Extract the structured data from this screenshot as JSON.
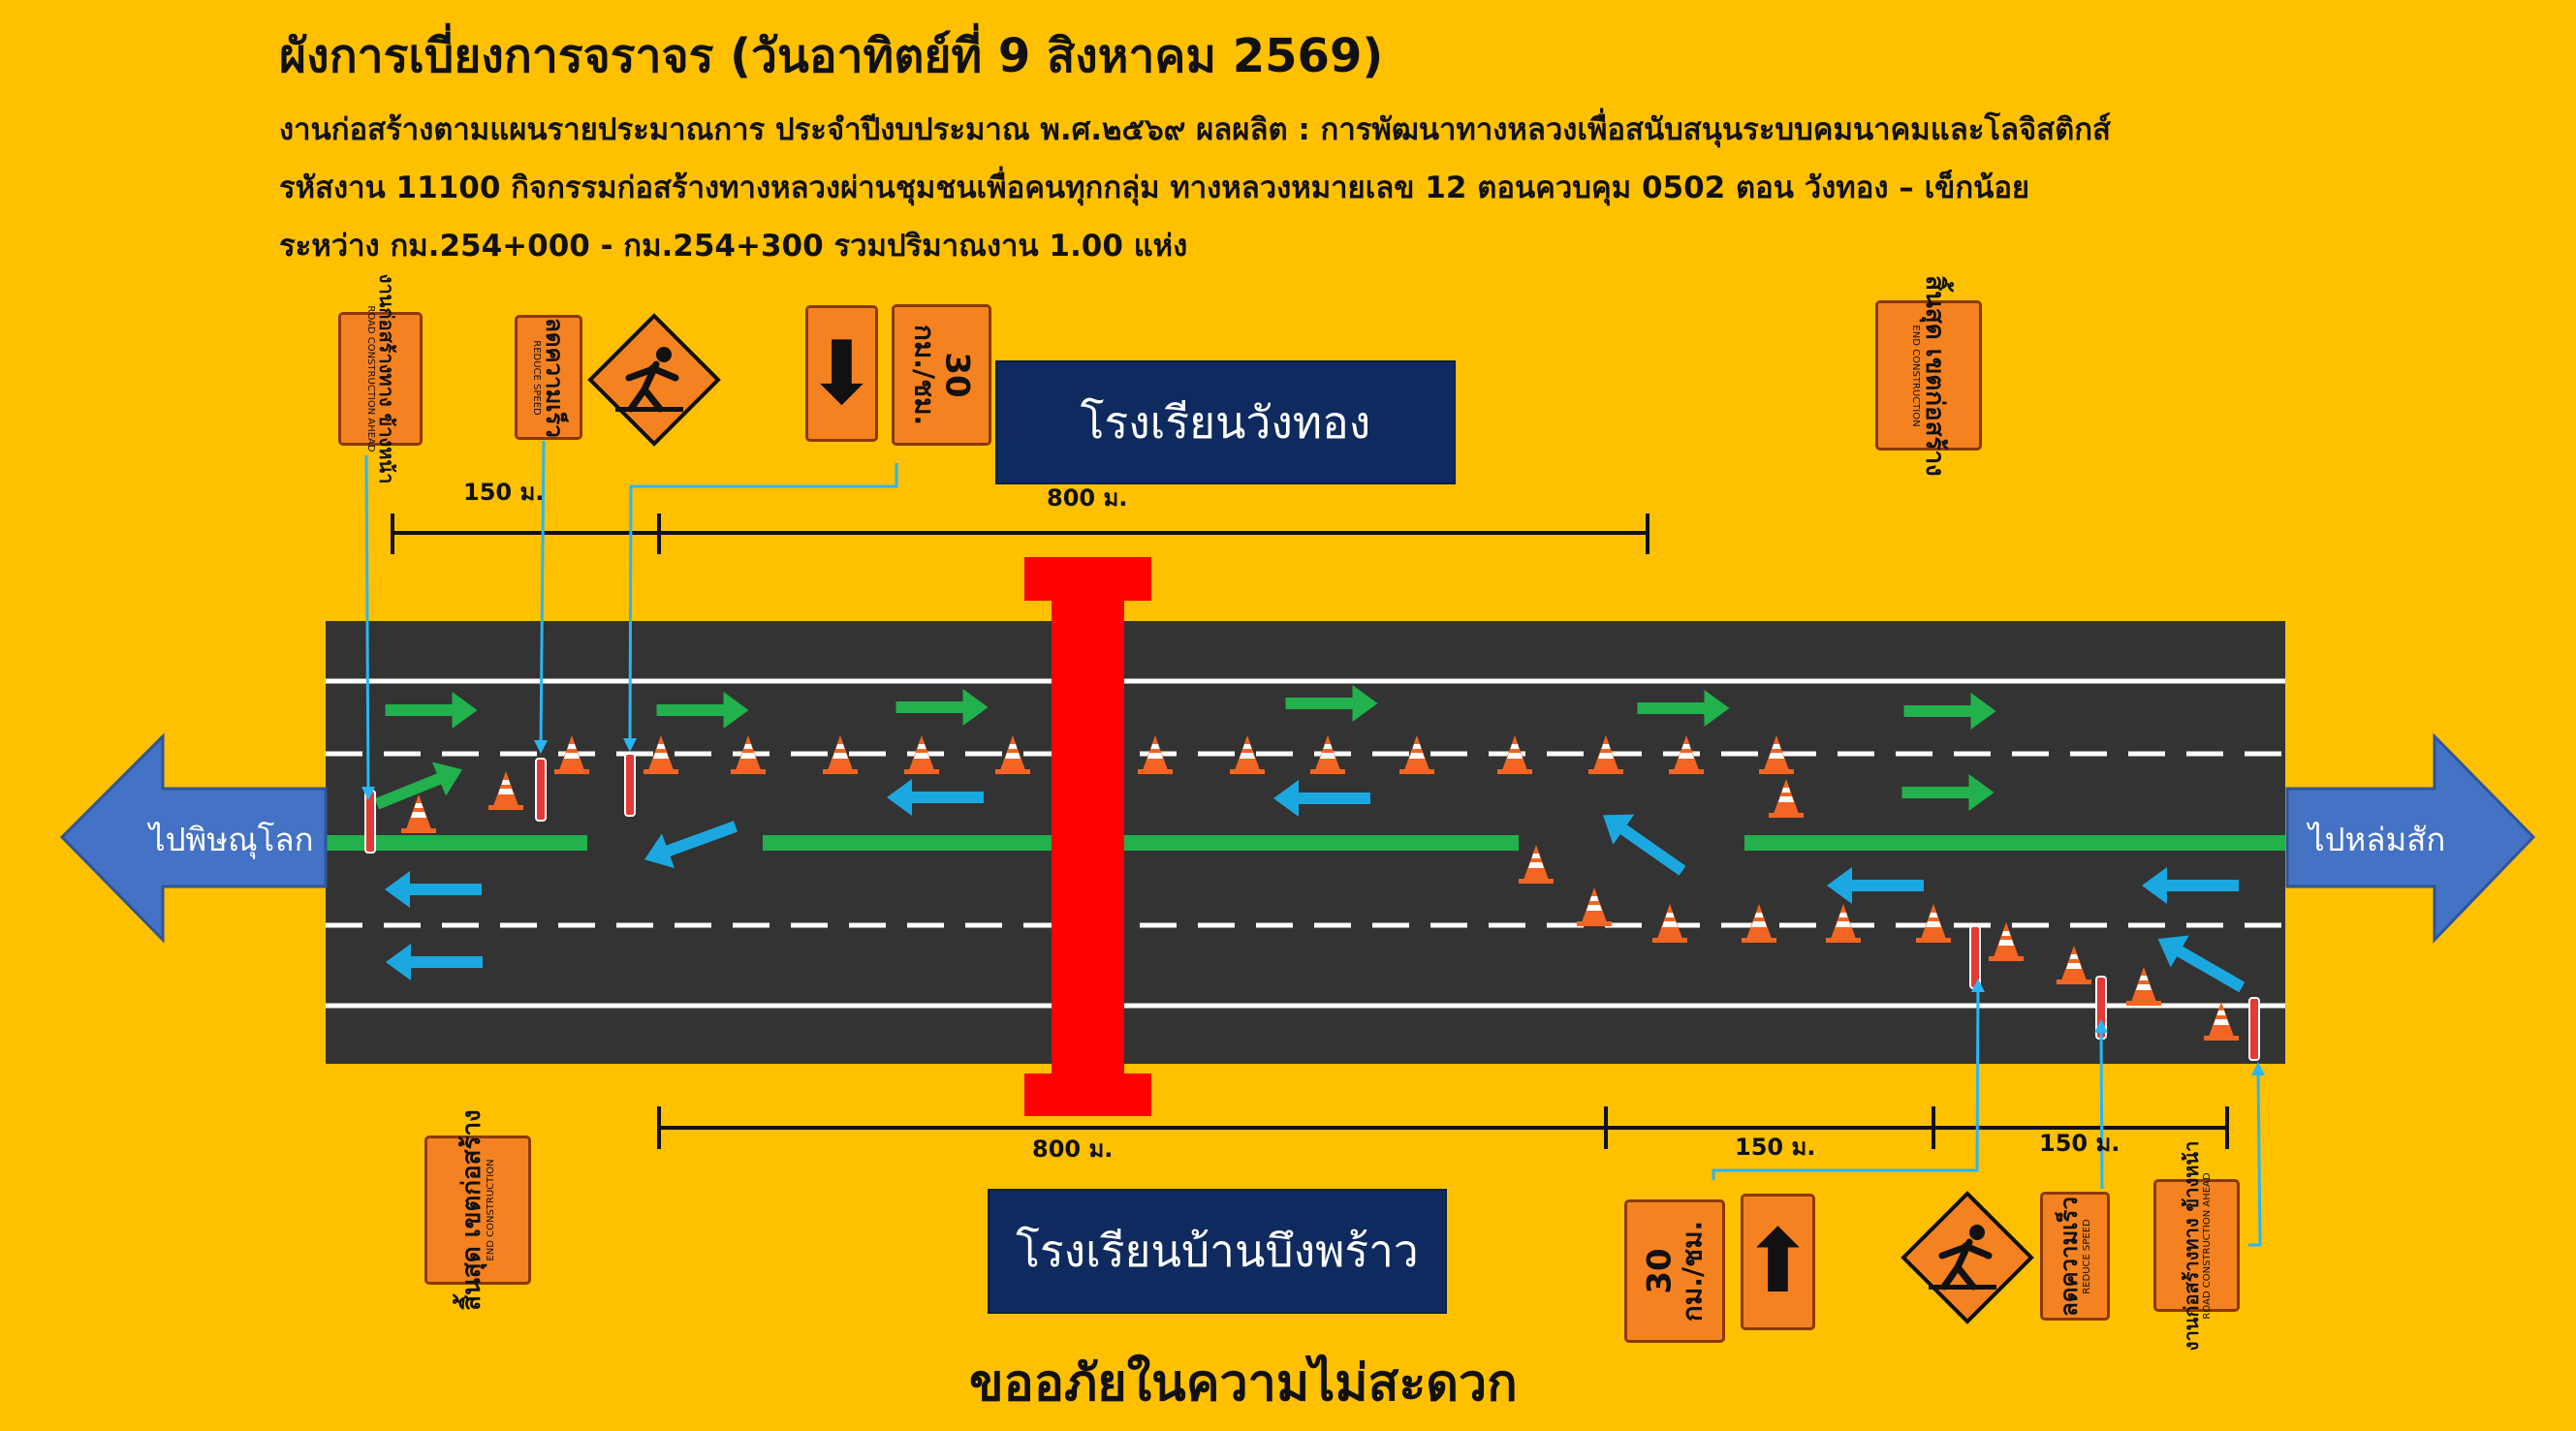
{
  "title": "ผังการเบี่ยงการจราจร (วันอาทิตย์ที่ 9 สิงหาคม 2569)",
  "description_lines": [
    "งานก่อสร้างตามแผนรายประมาณการ ประจำปีงบประมาณ พ.ศ.๒๕๖๙ ผลผลิต : การพัฒนาทางหลวงเพื่อสนับสนุนระบบคมนาคมและโลจิสติกส์",
    "รหัสงาน 11100  กิจกรรมก่อสร้างทางหลวงผ่านชุมชนเพื่อคนทุกกลุ่ม ทางหลวงหมายเลข 12 ตอนควบคุม 0502 ตอน วังทอง – เข็กน้อย",
    "ระหว่าง กม.254+000 - กม.254+300 รวมปริมาณงาน 1.00 แห่ง"
  ],
  "schools": {
    "top": "โรงเรียนวังทอง",
    "bottom": "โรงเรียนบ้านบึงพร้าว"
  },
  "directions": {
    "left": "ไปพิษณุโลก",
    "right": "ไปหล่มสัก"
  },
  "distances": {
    "top_150": "150 ม.",
    "top_800": "800 ม.",
    "bottom_800": "800 ม.",
    "bottom_150_a": "150 ม.",
    "bottom_150_b": "150 ม."
  },
  "signs": {
    "road_construction": {
      "main": "งานก่อสร้างทาง ข้างหน้า",
      "english": "ROAD CONSTRUCTION AHEAD"
    },
    "reduce_speed": {
      "main": "ลดความเร็ว",
      "english": "REDUCE SPEED"
    },
    "end_construction": {
      "main": "สิ้นสุด เขตก่อสร้าง",
      "english": "END CONSTRUCTION"
    },
    "speed_limit": {
      "value": "30",
      "unit": "กม./ชม."
    },
    "arrow_down": "⬇",
    "arrow_up": "⬆"
  },
  "apology": "ขออภัยในความไม่สะดวก",
  "colors": {
    "background": "#FFC000",
    "road": "#333333",
    "green_arrow": "#22B14C",
    "blue_arrow": "#1BA8E0",
    "pointer_line": "#29B6F6",
    "bridge": "#FF0000",
    "sign_orange": "#F58220",
    "school_box": "#0E2A5E",
    "direction_arrow": "#4472C4"
  }
}
